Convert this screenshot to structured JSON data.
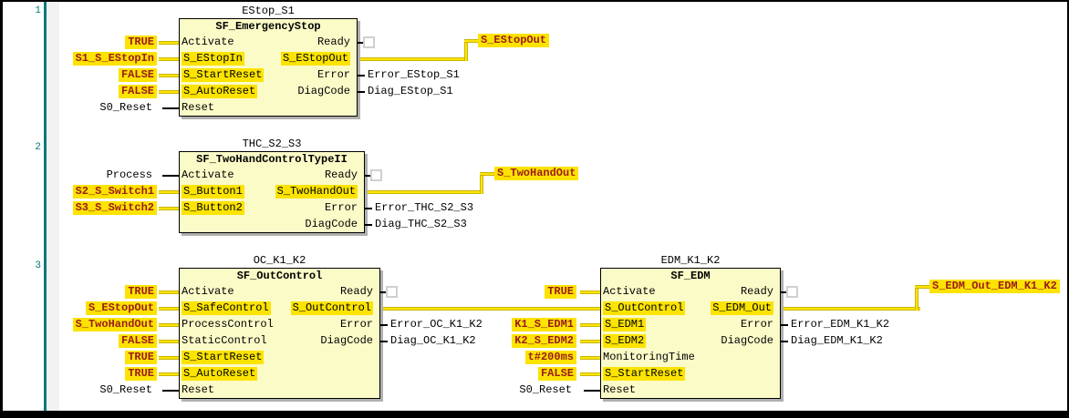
{
  "gutter_numbers": [
    "1",
    "2",
    "3"
  ],
  "colors": {
    "canvas": "#FFFFFF",
    "network_rail": "#00797B",
    "block_fill": "#FBFBC8",
    "safety_highlight": "#FCE300",
    "safety_wire": "#FFE400",
    "safety_wire_outline": "#C8B400",
    "safety_text": "#9B1B1B",
    "text": "#000000"
  },
  "blocks": [
    {
      "instance": "EStop_S1",
      "name": "SF_EmergencyStop",
      "inputs": [
        {
          "operand": "TRUE",
          "pin": "Activate"
        },
        {
          "operand": "S1_S_EStopIn",
          "pin": "S_EStopIn"
        },
        {
          "operand": "FALSE",
          "pin": "S_StartReset"
        },
        {
          "operand": "FALSE",
          "pin": "S_AutoReset"
        },
        {
          "operand": "S0_Reset",
          "pin": "Reset"
        }
      ],
      "outputs": [
        {
          "pin": "Ready",
          "operand": ""
        },
        {
          "pin": "S_EStopOut",
          "operand": "S_EStopOut"
        },
        {
          "pin": "Error",
          "operand": "Error_EStop_S1"
        },
        {
          "pin": "DiagCode",
          "operand": "Diag_EStop_S1"
        }
      ]
    },
    {
      "instance": "THC_S2_S3",
      "name": "SF_TwoHandControlTypeII",
      "inputs": [
        {
          "operand": "Process",
          "pin": "Activate"
        },
        {
          "operand": "S2_S_Switch1",
          "pin": "S_Button1"
        },
        {
          "operand": "S3_S_Switch2",
          "pin": "S_Button2"
        }
      ],
      "outputs": [
        {
          "pin": "Ready",
          "operand": ""
        },
        {
          "pin": "S_TwoHandOut",
          "operand": "S_TwoHandOut"
        },
        {
          "pin": "Error",
          "operand": "Error_THC_S2_S3"
        },
        {
          "pin": "DiagCode",
          "operand": "Diag_THC_S2_S3"
        }
      ]
    },
    {
      "instance": "OC_K1_K2",
      "name": "SF_OutControl",
      "inputs": [
        {
          "operand": "TRUE",
          "pin": "Activate"
        },
        {
          "operand": "S_EStopOut",
          "pin": "S_SafeControl"
        },
        {
          "operand": "S_TwoHandOut",
          "pin": "ProcessControl"
        },
        {
          "operand": "FALSE",
          "pin": "StaticControl"
        },
        {
          "operand": "TRUE",
          "pin": "S_StartReset"
        },
        {
          "operand": "TRUE",
          "pin": "S_AutoReset"
        },
        {
          "operand": "S0_Reset",
          "pin": "Reset"
        }
      ],
      "outputs": [
        {
          "pin": "Ready",
          "operand": ""
        },
        {
          "pin": "S_OutControl",
          "operand": ""
        },
        {
          "pin": "Error",
          "operand": "Error_OC_K1_K2"
        },
        {
          "pin": "DiagCode",
          "operand": "Diag_OC_K1_K2"
        }
      ]
    },
    {
      "instance": "EDM_K1_K2",
      "name": "SF_EDM",
      "inputs": [
        {
          "operand": "TRUE",
          "pin": "Activate"
        },
        {
          "operand": "",
          "pin": "S_OutControl"
        },
        {
          "operand": "K1_S_EDM1",
          "pin": "S_EDM1"
        },
        {
          "operand": "K2_S_EDM2",
          "pin": "S_EDM2"
        },
        {
          "operand": "t#200ms",
          "pin": "MonitoringTime"
        },
        {
          "operand": "FALSE",
          "pin": "S_StartReset"
        },
        {
          "operand": "S0_Reset",
          "pin": "Reset"
        }
      ],
      "outputs": [
        {
          "pin": "Ready",
          "operand": ""
        },
        {
          "pin": "S_EDM_Out",
          "operand": "S_EDM_Out_EDM_K1_K2"
        },
        {
          "pin": "Error",
          "operand": "Error_EDM_K1_K2"
        },
        {
          "pin": "DiagCode",
          "operand": "Diag_EDM_K1_K2"
        }
      ]
    }
  ]
}
